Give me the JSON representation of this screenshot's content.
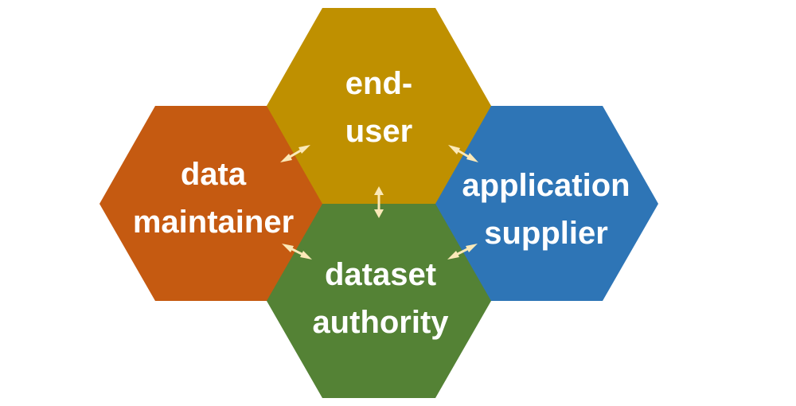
{
  "nodes": {
    "end_user": {
      "line1": "end-",
      "line2": "user",
      "color": "#BF9000"
    },
    "data_maintainer": {
      "line1": "data",
      "line2": "maintainer",
      "color": "#C55A11"
    },
    "application_supplier": {
      "line1": "application",
      "line2": "supplier",
      "color": "#2E75B6"
    },
    "dataset_authority": {
      "line1": "dataset",
      "line2": "authority",
      "color": "#548235"
    }
  },
  "connector_color": "#FBE9B8"
}
